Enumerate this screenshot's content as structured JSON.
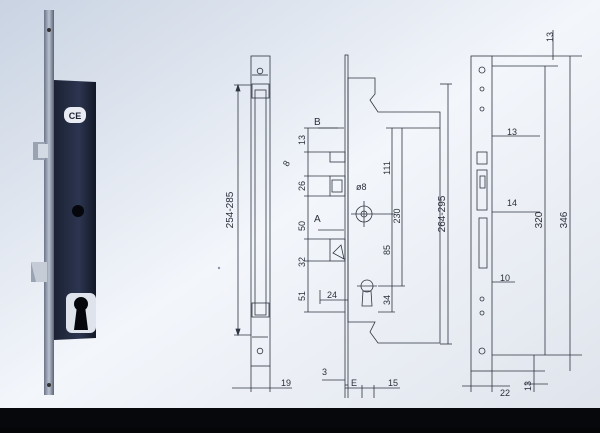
{
  "product": {
    "ce_mark": "CE"
  },
  "dimensions": {
    "side_top": "13",
    "b_label": "B",
    "d8": "8",
    "d26": "26",
    "a_label": "A",
    "d50": "50",
    "d32": "32",
    "d51": "51",
    "d24": "24",
    "range_254_285": "254-285",
    "d19": "19",
    "phi8": "ø8",
    "d111": "111",
    "d230": "230",
    "d85": "85",
    "d34": "34",
    "range_264_295": "264-295",
    "d3": "3",
    "e_label": "E",
    "d15": "15",
    "top13": "13",
    "front13": "13",
    "d14": "14",
    "d10": "10",
    "d320": "320",
    "d346": "346",
    "d22": "22",
    "bottom13": "13"
  }
}
